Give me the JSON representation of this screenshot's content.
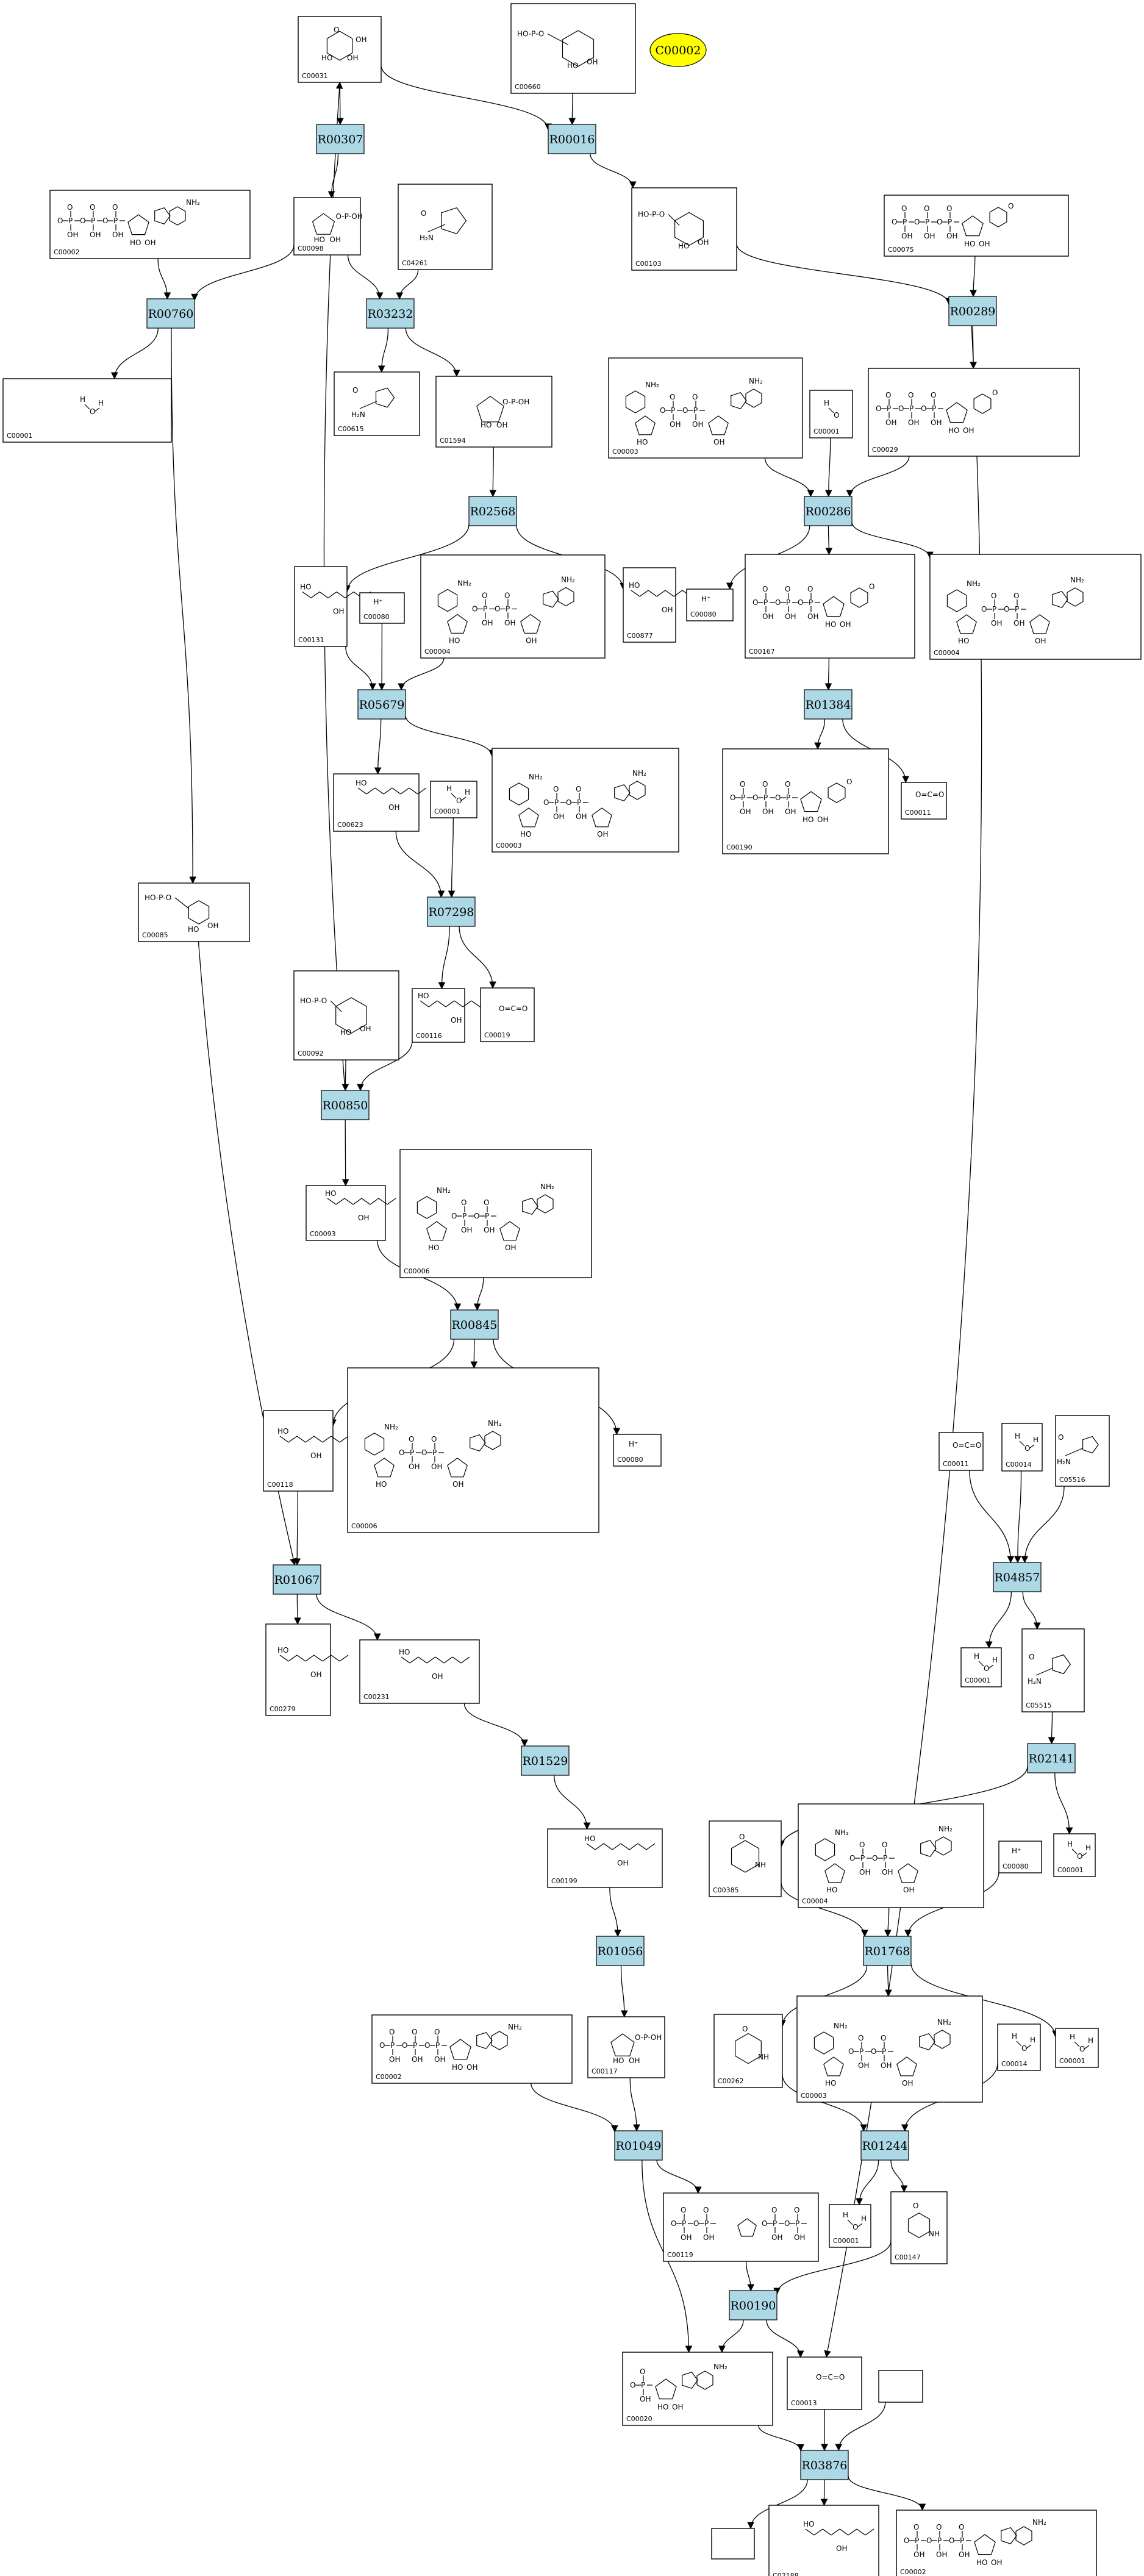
{
  "highlight": {
    "label": "C00002"
  },
  "reactions": [
    {
      "id": "R00307",
      "label": "R00307"
    },
    {
      "id": "R00016",
      "label": "R00016"
    },
    {
      "id": "R00760",
      "label": "R00760"
    },
    {
      "id": "R03232",
      "label": "R03232"
    },
    {
      "id": "R00289",
      "label": "R00289"
    },
    {
      "id": "R02568",
      "label": "R02568"
    },
    {
      "id": "R00286",
      "label": "R00286"
    },
    {
      "id": "R05679",
      "label": "R05679"
    },
    {
      "id": "R01384",
      "label": "R01384"
    },
    {
      "id": "R07298",
      "label": "R07298"
    },
    {
      "id": "R00850",
      "label": "R00850"
    },
    {
      "id": "R00845",
      "label": "R00845"
    },
    {
      "id": "R04857",
      "label": "R04857"
    },
    {
      "id": "R01067",
      "label": "R01067"
    },
    {
      "id": "R02141",
      "label": "R02141"
    },
    {
      "id": "R01529",
      "label": "R01529"
    },
    {
      "id": "R01768",
      "label": "R01768"
    },
    {
      "id": "R01056",
      "label": "R01056"
    },
    {
      "id": "R01049",
      "label": "R01049"
    },
    {
      "id": "R01244",
      "label": "R01244"
    },
    {
      "id": "R00190",
      "label": "R00190"
    },
    {
      "id": "R03876",
      "label": "R03876"
    }
  ],
  "compounds": [
    {
      "id": "c1",
      "label": "C00031",
      "kind": "hex-sugar"
    },
    {
      "id": "c2",
      "label": "C00660",
      "kind": "hex-phos"
    },
    {
      "id": "c3",
      "label": "C00002",
      "kind": "atp"
    },
    {
      "id": "c4",
      "label": "C00098",
      "kind": "pent-sugar"
    },
    {
      "id": "c5",
      "label": "C04261",
      "kind": "imid"
    },
    {
      "id": "c6",
      "label": "C00103",
      "kind": "hex-phos"
    },
    {
      "id": "c7",
      "label": "C00075",
      "kind": "ntp"
    },
    {
      "id": "c8",
      "label": "C00001",
      "kind": "nucleotide-small"
    },
    {
      "id": "c9",
      "label": "C00615",
      "kind": "imid"
    },
    {
      "id": "c10",
      "label": "C01594",
      "kind": "pent-sugar"
    },
    {
      "id": "c11",
      "label": "C00003",
      "kind": "nad"
    },
    {
      "id": "c12",
      "label": "C00001",
      "kind": "water"
    },
    {
      "id": "c13",
      "label": "C00029",
      "kind": "ntp"
    },
    {
      "id": "c14",
      "label": "C00131",
      "kind": "chain"
    },
    {
      "id": "c15",
      "label": "C00080",
      "kind": "proton"
    },
    {
      "id": "c16",
      "label": "C00004",
      "kind": "nad"
    },
    {
      "id": "c17",
      "label": "C00877",
      "kind": "chain"
    },
    {
      "id": "c18",
      "label": "C00080",
      "kind": "proton"
    },
    {
      "id": "c19",
      "label": "C00167",
      "kind": "ntp"
    },
    {
      "id": "c20",
      "label": "C00004",
      "kind": "nad"
    },
    {
      "id": "c21",
      "label": "C00623",
      "kind": "chain"
    },
    {
      "id": "c22",
      "label": "C00001",
      "kind": "water"
    },
    {
      "id": "c23",
      "label": "C00003",
      "kind": "nad"
    },
    {
      "id": "c24",
      "label": "C00190",
      "kind": "ntp"
    },
    {
      "id": "c25",
      "label": "C00011",
      "kind": "small"
    },
    {
      "id": "c26",
      "label": "C00085",
      "kind": "hex-phos"
    },
    {
      "id": "c27",
      "label": "C00092",
      "kind": "hex-phos"
    },
    {
      "id": "c28",
      "label": "C00116",
      "kind": "chain"
    },
    {
      "id": "c29",
      "label": "C00019",
      "kind": "small"
    },
    {
      "id": "c30",
      "label": "C00093",
      "kind": "chain"
    },
    {
      "id": "c31",
      "label": "C00006",
      "kind": "nad"
    },
    {
      "id": "c32",
      "label": "C00118",
      "kind": "chain"
    },
    {
      "id": "c33",
      "label": "C00006",
      "kind": "nad"
    },
    {
      "id": "c34",
      "label": "C00080",
      "kind": "proton"
    },
    {
      "id": "c35",
      "label": "C00011",
      "kind": "small"
    },
    {
      "id": "c36",
      "label": "C00014",
      "kind": "water"
    },
    {
      "id": "c37",
      "label": "C05516",
      "kind": "imid"
    },
    {
      "id": "c38",
      "label": "C00279",
      "kind": "chain"
    },
    {
      "id": "c39",
      "label": "C00231",
      "kind": "chain"
    },
    {
      "id": "c40",
      "label": "C00001",
      "kind": "water"
    },
    {
      "id": "c41",
      "label": "C05515",
      "kind": "imid"
    },
    {
      "id": "c42",
      "label": "C00199",
      "kind": "chain"
    },
    {
      "id": "c43",
      "label": "C00385",
      "kind": "ring"
    },
    {
      "id": "c44",
      "label": "C00004",
      "kind": "nad"
    },
    {
      "id": "c45",
      "label": "C00080",
      "kind": "proton"
    },
    {
      "id": "c46",
      "label": "C00001",
      "kind": "water"
    },
    {
      "id": "c47",
      "label": "C00002",
      "kind": "atp"
    },
    {
      "id": "c48",
      "label": "C00117",
      "kind": "pent-sugar"
    },
    {
      "id": "c49",
      "label": "C00262",
      "kind": "ring"
    },
    {
      "id": "c50",
      "label": "C00003",
      "kind": "nad"
    },
    {
      "id": "c51",
      "label": "C00014",
      "kind": "water"
    },
    {
      "id": "c52",
      "label": "C00001",
      "kind": "water"
    },
    {
      "id": "c53",
      "label": "C00119",
      "kind": "prpp"
    },
    {
      "id": "c54",
      "label": "C00001",
      "kind": "water"
    },
    {
      "id": "c55",
      "label": "C00147",
      "kind": "ring"
    },
    {
      "id": "c56",
      "label": "C00020",
      "kind": "amp"
    },
    {
      "id": "c57",
      "label": "C00013",
      "kind": "small"
    },
    {
      "id": "c58",
      "label": "",
      "kind": "empty"
    },
    {
      "id": "c59",
      "label": "",
      "kind": "empty"
    },
    {
      "id": "c60",
      "label": "C02188",
      "kind": "chain"
    },
    {
      "id": "c61",
      "label": "C00002",
      "kind": "atp"
    }
  ]
}
